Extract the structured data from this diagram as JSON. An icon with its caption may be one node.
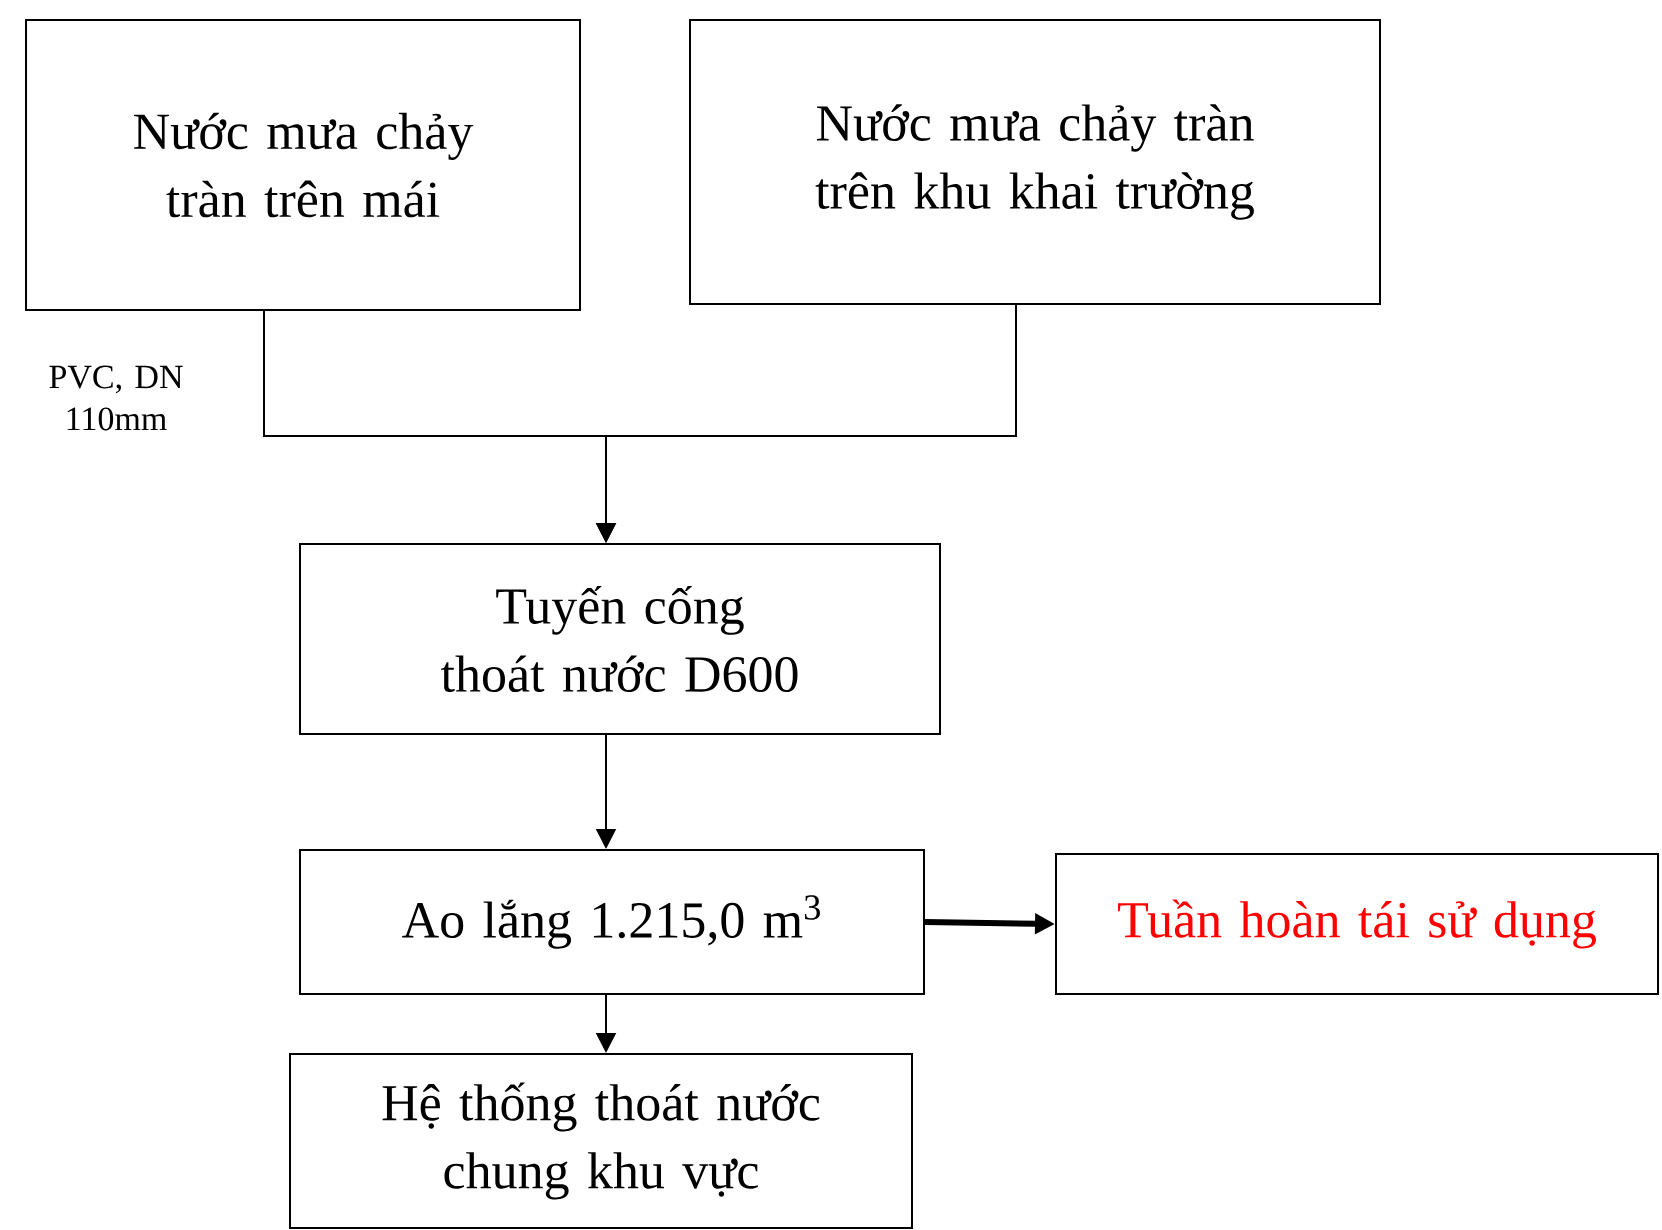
{
  "diagram": {
    "nodes": [
      {
        "text": [
          "Nước mưa chảy tràn trên mái"
        ]
      },
      {
        "text": [
          "Nước mưa chảy tràn trên khu khai trường"
        ]
      },
      {
        "text": [
          "Tuyến cống thoát nước D600"
        ]
      },
      {
        "text": [
          "Ao lắng 1.215,0 m$^{3}$"
        ]
      },
      {
        "text": [
          "Tuần hoàn tái sử dụng"
        ]
      },
      {
        "text": [
          "Hệ thống thoát nước chung khu vực"
        ]
      }
    ],
    "edges": [
      {
        "from": 0,
        "to": 2,
        "arrow": "to"
      },
      {
        "from": 1,
        "to": 2,
        "arrow": "to"
      },
      {
        "from": 2,
        "to": 3,
        "arrow": "to"
      },
      {
        "from": 3,
        "to": 4,
        "arrow": "to",
        "style": "thick"
      },
      {
        "from": 3,
        "to": 5,
        "arrow": "to"
      }
    ],
    "labels": [
      "PVC, DN 110mm"
    ]
  }
}
